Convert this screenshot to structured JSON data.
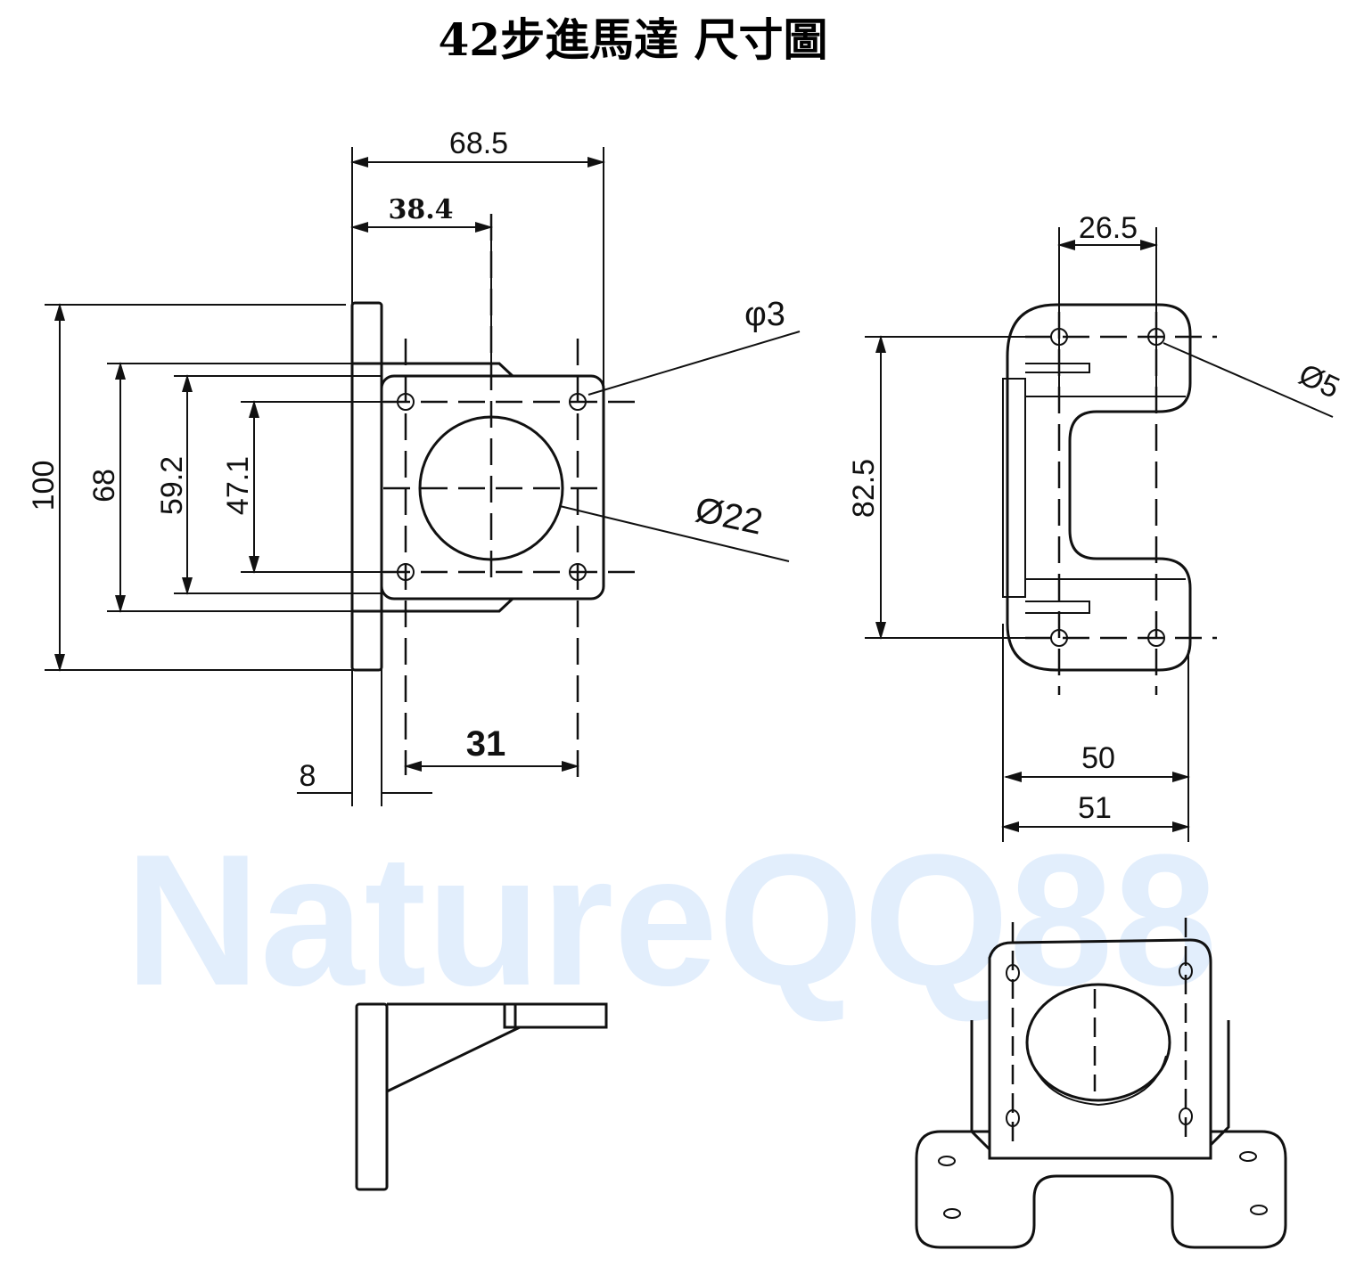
{
  "title": "42步進馬達 尺寸圖",
  "watermark": "NatureQQ88",
  "front_view": {
    "d_width": "68.5",
    "d_center": "38.4",
    "d_height_total": "100",
    "d_gusset": "68",
    "d_plate": "59.2",
    "d_holes": "47.1",
    "d_hole_spacing": "31",
    "d_thickness": "8",
    "d_hole_dia": "φ3",
    "d_bore": "Ø22"
  },
  "top_view": {
    "d_slot_spacing": "26.5",
    "d_hole_dia": "Ø5",
    "d_length": "82.5",
    "d_inner": "50",
    "d_outer": "51"
  }
}
